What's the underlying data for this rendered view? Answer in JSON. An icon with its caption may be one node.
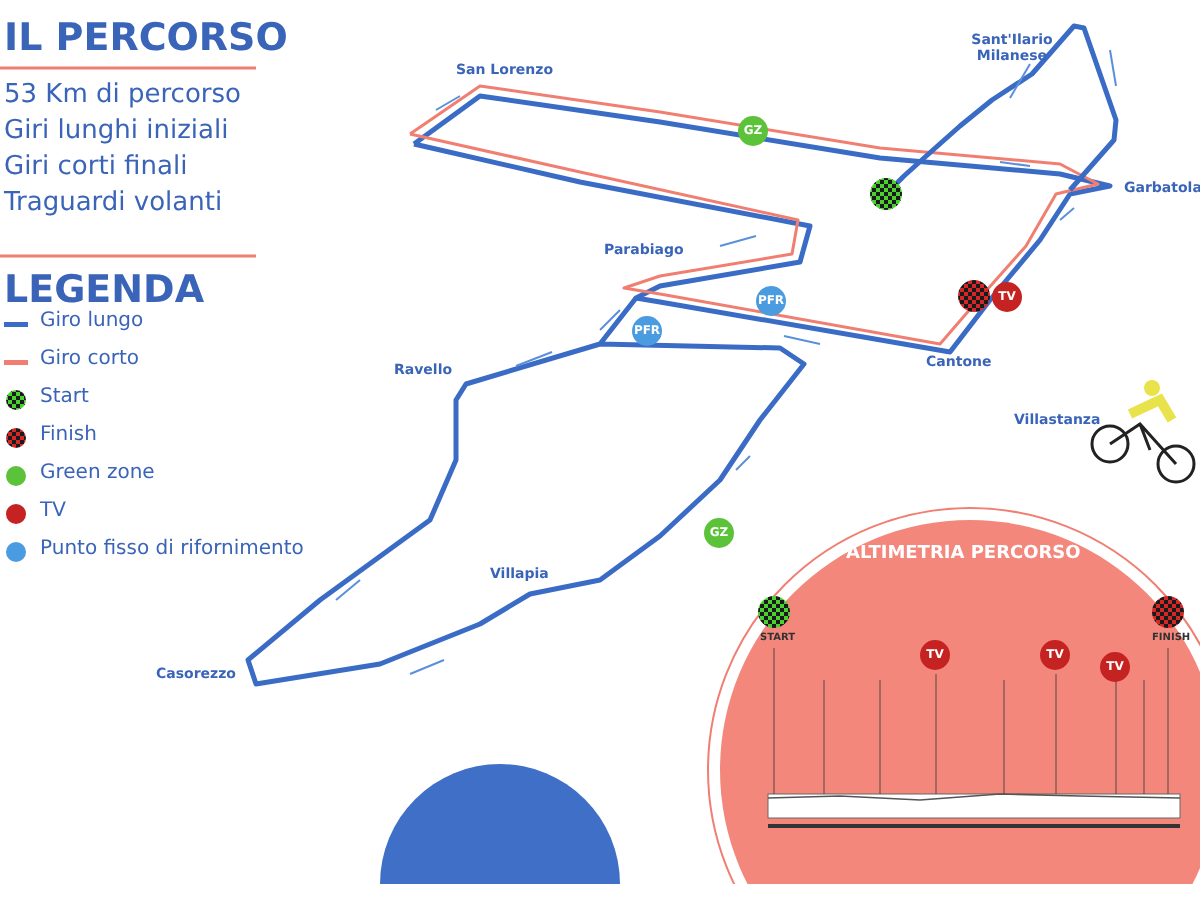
{
  "diagram": {
    "title": "IL PERCORSO",
    "labels": [
      "53 Km di percorso",
      "Giri lunghi iniziali",
      "Giri corti finali",
      "Traguardi volanti",
      "LEGENDA",
      "San Lorenzo",
      "Sant'Ilario Milanese",
      "GZ",
      "Garbatola",
      "Parabiago",
      "PFR",
      "PFR",
      "TV",
      "Cantone",
      "Ravello",
      "Villastanza",
      "GZ",
      "Villapia",
      "Casorezzo",
      "ALTIMETRIA PERCORSO",
      "START",
      "FINISH",
      "TV",
      "TV",
      "TV"
    ],
    "legend": [
      {
        "text": "Giro lungo"
      },
      {
        "text": "Giro corto"
      },
      {
        "text": "Start"
      },
      {
        "text": "Finish"
      },
      {
        "text": "Green zone"
      },
      {
        "text": "TV"
      },
      {
        "text": "Punto fisso di rifornimento"
      }
    ]
  }
}
